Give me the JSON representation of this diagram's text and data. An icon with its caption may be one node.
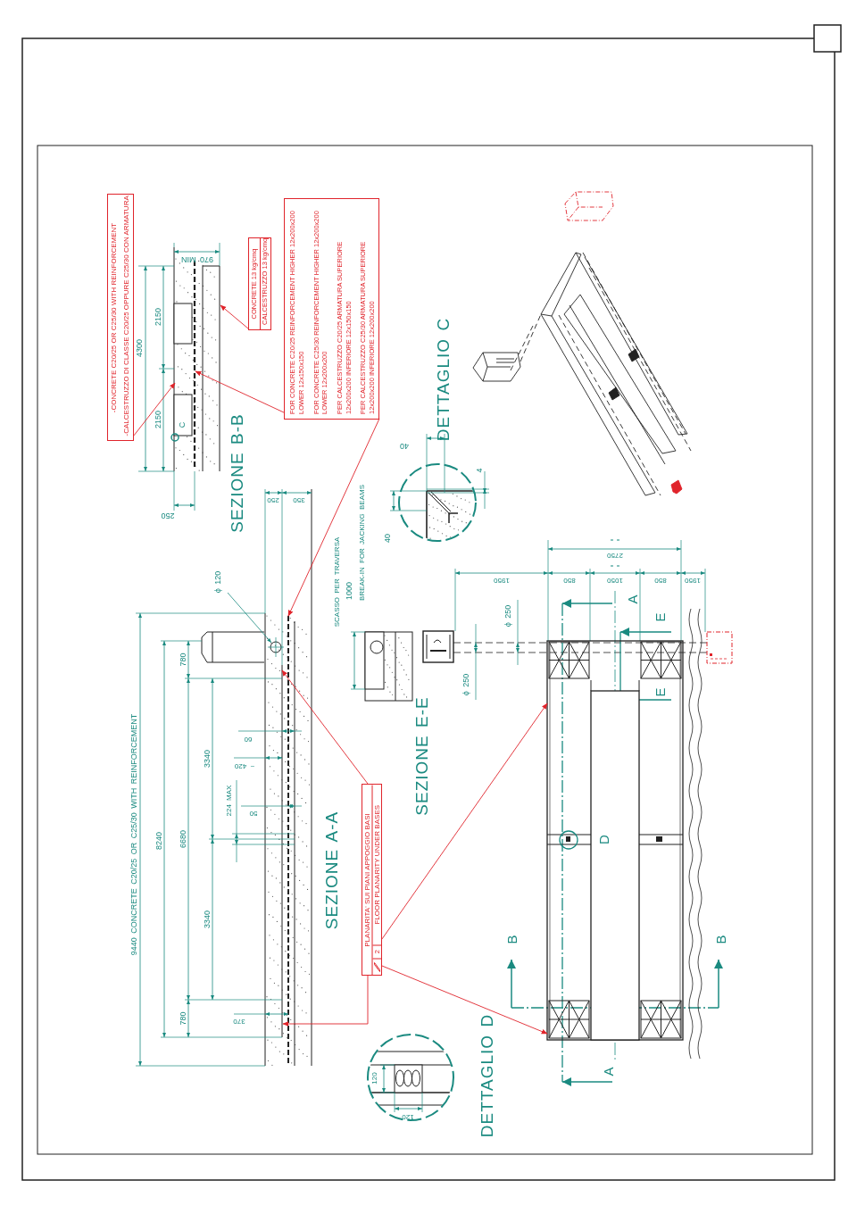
{
  "diagram": {
    "nodes": [
      {
        "text": [
          "-CONCRETE C20/25 OR C25/30 WITH REINFORCEMENT",
          "-CALCESTRUZZO DI CLASSE C20/25 OPPURE C25/30 CON ARMATURA"
        ]
      },
      {
        "text": [
          "CONCRETE 13 kg/cmq",
          "CALCESTRUZZO 13 kg/cmq"
        ]
      },
      {
        "text": [
          "FOR CONCRETE C20/25 REINFORCEMENT HIGHER 12x200x200 LOWER 12x150x150",
          "FOR CONCRETE C25/30 REINFORCEMENT HIGHER 12x200x200 LOWER 12x200x200",
          "PER CALCESTRUZZO C20/25 ARMATURA SUPERIORE 12x200x200 INFERIORE 12x150x150",
          "PER CALCESTRUZZO C25/30 ARMATURA SUPERIORE 12x200x200 INFERIORE 12x200x200"
        ]
      },
      {
        "text": [
          "PLANARITA' SUI PIANI APPOGGIO BASI",
          "2",
          "FLOOR PLANARITY UNDER BASES"
        ]
      },
      {
        "text": [],
        "shape": "picture"
      },
      {
        "text": [],
        "shape": "picture"
      },
      {
        "text": [],
        "shape": "picture"
      }
    ],
    "edges": [
      {
        "from": 0,
        "to": 4,
        "arrow": "to"
      },
      {
        "from": 1,
        "to": 4,
        "arrow": "to"
      },
      {
        "from": 2,
        "to": 4,
        "arrow": "to"
      },
      {
        "from": 2,
        "to": 5,
        "arrow": "to"
      },
      {
        "from": 3,
        "to": 5,
        "arrow": "to"
      },
      {
        "from": 3,
        "to": 5,
        "arrow": "to"
      },
      {
        "from": 3,
        "to": 6,
        "arrow": "to"
      },
      {
        "from": 3,
        "to": 6,
        "arrow": "to"
      }
    ],
    "labels": [
      "SEZIONE B-B",
      "4300",
      "2150",
      "2150",
      "970 MIN",
      "250",
      "C",
      "250",
      "350",
      "DETTAGLIO C",
      "40",
      "4",
      "40",
      "SCASSO PER TRAVERSA",
      "1000",
      "BREAK-IN FOR JACKING BEAMS",
      "ϕ 120",
      "9440 CONCRETE C20/25 OR C25/30 WITH REINFORCEMENT",
      "8240",
      "780",
      "6680",
      "780",
      "3340",
      "3340",
      "60",
      "~ 420",
      "224 MAX",
      "50",
      "370",
      "SEZIONE A-A",
      "SEZIONE E-E",
      "ϕ 250",
      "ϕ 250",
      "1950",
      "850",
      "1050",
      "850",
      "1950",
      "= =",
      "2750",
      "= =",
      "A",
      "E",
      "E",
      "D",
      "B",
      "B",
      "A",
      "DETTAGLIO D",
      "120",
      "120"
    ]
  }
}
